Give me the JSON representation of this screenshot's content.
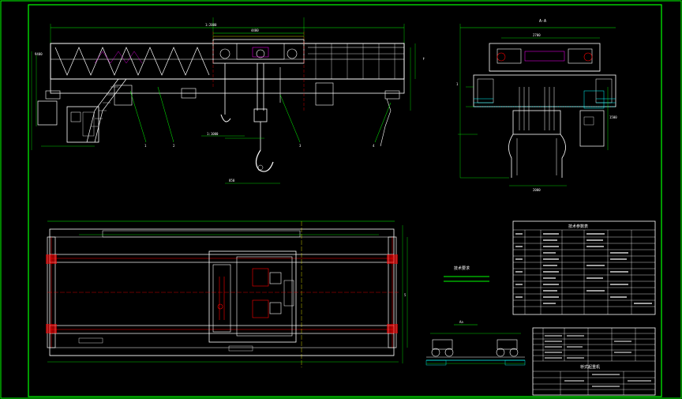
{
  "drawing": {
    "view_a_label": "A-A",
    "tech_requirements_title": "技术要求",
    "section_label": "Aa",
    "parts_table_title": "技术参数表",
    "title_block_name": "桥式起重机",
    "leader_labels": [
      "1",
      "2",
      "3",
      "4"
    ],
    "colors": {
      "background": "#000000",
      "frame": "#00ff00",
      "outline": "#ffffff",
      "centerline": "#ff0000",
      "dimension": "#00ff00",
      "hatch": "#00ffff",
      "magenta": "#ff00ff",
      "yellow": "#ffff00"
    }
  }
}
